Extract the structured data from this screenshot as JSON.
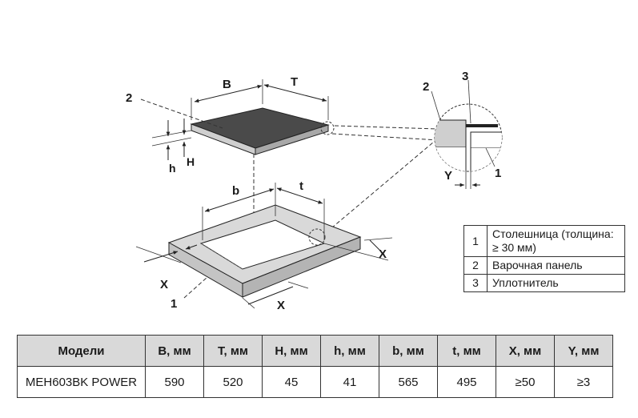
{
  "diagram": {
    "labels": {
      "B": "B",
      "T": "T",
      "h": "h",
      "H": "H",
      "b": "b",
      "t": "t",
      "X": "X",
      "Y": "Y",
      "n1": "1",
      "n2": "2",
      "n3": "3"
    }
  },
  "legend": [
    {
      "num": "1",
      "text": "Столешница (толщина: ≥ 30 мм)"
    },
    {
      "num": "2",
      "text": "Варочная панель"
    },
    {
      "num": "3",
      "text": "Уплотнитель"
    }
  ],
  "specs": {
    "headers": [
      "Модели",
      "B, мм",
      "T, мм",
      "H, мм",
      "h, мм",
      "b, мм",
      "t, мм",
      "X, мм",
      "Y, мм"
    ],
    "row": [
      "MEH603BK POWER",
      "590",
      "520",
      "45",
      "41",
      "565",
      "495",
      "≥50",
      "≥3"
    ]
  }
}
